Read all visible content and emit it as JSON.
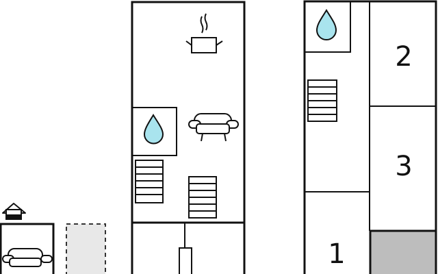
{
  "rooms": [
    {
      "id": "room-1",
      "number": "1"
    },
    {
      "id": "room-2",
      "number": "2"
    },
    {
      "id": "room-3",
      "number": "3"
    }
  ],
  "icons": [
    "house-icon",
    "sofa-icon",
    "cooking-pot-icon",
    "water-drop-icon",
    "stairs-icon"
  ],
  "colors": {
    "wall": "#111111",
    "water_drop": "#a9e4ee",
    "shaded_room": "#bdbdbd",
    "dashed_area": "#e8e8e8"
  }
}
